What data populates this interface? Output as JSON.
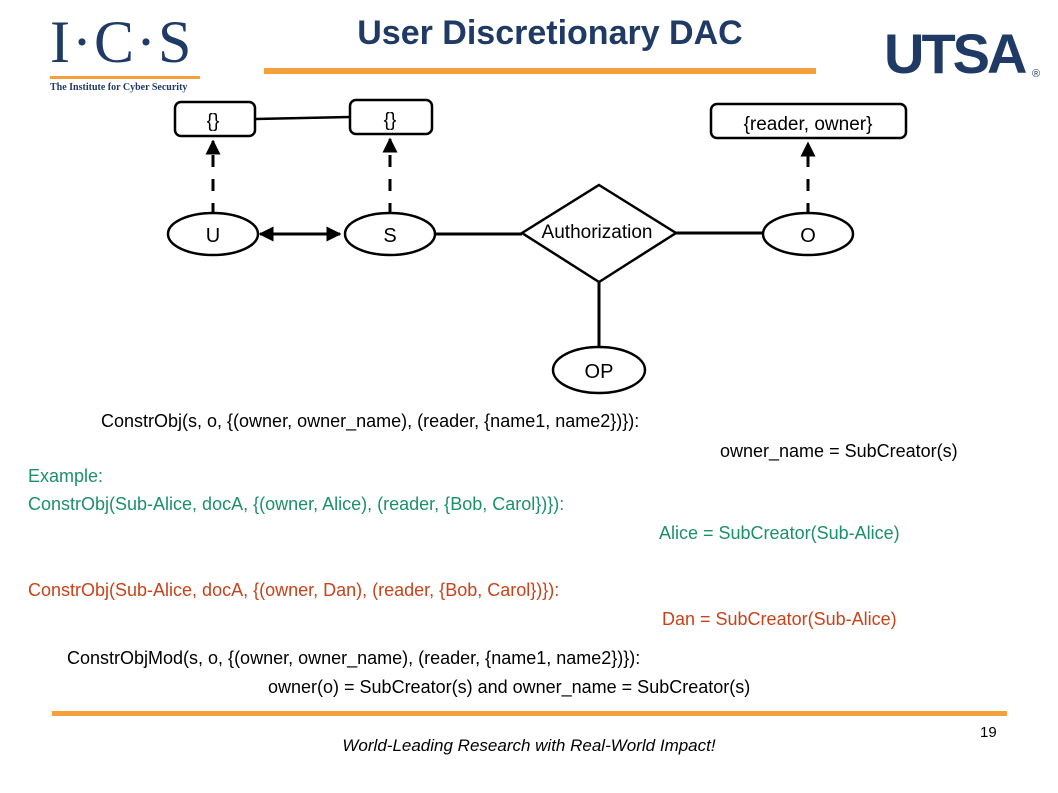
{
  "slide": {
    "title": "User Discretionary DAC",
    "page_number": "19",
    "footer": "World-Leading Research with Real-World Impact!"
  },
  "logos": {
    "ics_letters": "I·C·S",
    "ics_tagline": "The Institute for Cyber Security",
    "utsa": "UTSA",
    "utsa_reg": "®"
  },
  "diagram": {
    "nodes": {
      "u": "U",
      "s": "S",
      "o": "O",
      "op": "OP",
      "authorization": "Authorization"
    },
    "attributes": {
      "u_attr": "{}",
      "s_attr": "{}",
      "o_attr": "{reader, owner}"
    }
  },
  "text": {
    "constr_line1": "ConstrObj(s, o, {(owner, owner_name),  (reader, {name1, name2})}):",
    "constr_line2": "owner_name = SubCreator(s)",
    "example_label": "Example:",
    "example_line1": "ConstrObj(Sub-Alice,   docA,  {(owner, Alice), (reader, {Bob, Carol})}):",
    "example_line2": "Alice = SubCreator(Sub-Alice)",
    "bad_line1": "ConstrObj(Sub-Alice,   docA,  {(owner, Dan), (reader, {Bob, Carol})}):",
    "bad_line2": "Dan = SubCreator(Sub-Alice)",
    "mod_line1": "ConstrObjMod(s, o, {(owner, owner_name), (reader, {name1, name2})}):",
    "mod_line2": "owner(o) = SubCreator(s)  and owner_name = SubCreator(s)"
  },
  "colors": {
    "navy": "#1f3a64",
    "orange": "#f5a03a",
    "teal": "#1c9068",
    "red": "#c8421a"
  }
}
